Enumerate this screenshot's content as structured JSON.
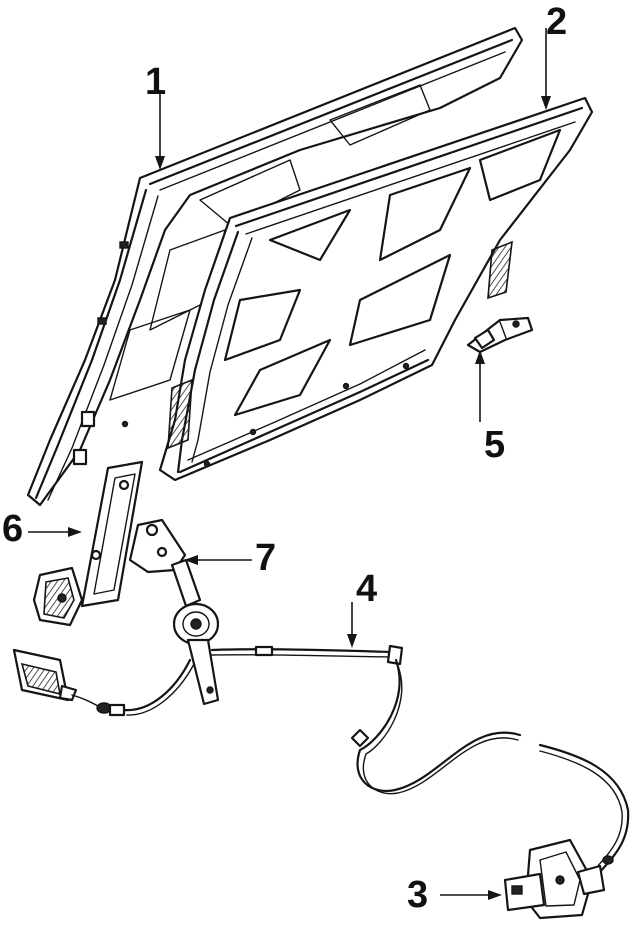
{
  "callouts": {
    "c1": "1",
    "c2": "2",
    "c3": "3",
    "c4": "4",
    "c5": "5",
    "c6": "6",
    "c7": "7"
  },
  "icons": {
    "hood_panel": "hood-outer-panel",
    "hood_frame": "hood-inner-reinforcement",
    "latch": "hood-latch",
    "cable": "release-cable",
    "striker": "striker-bracket",
    "hinge": "hood-hinge",
    "support": "hood-support-rod"
  }
}
